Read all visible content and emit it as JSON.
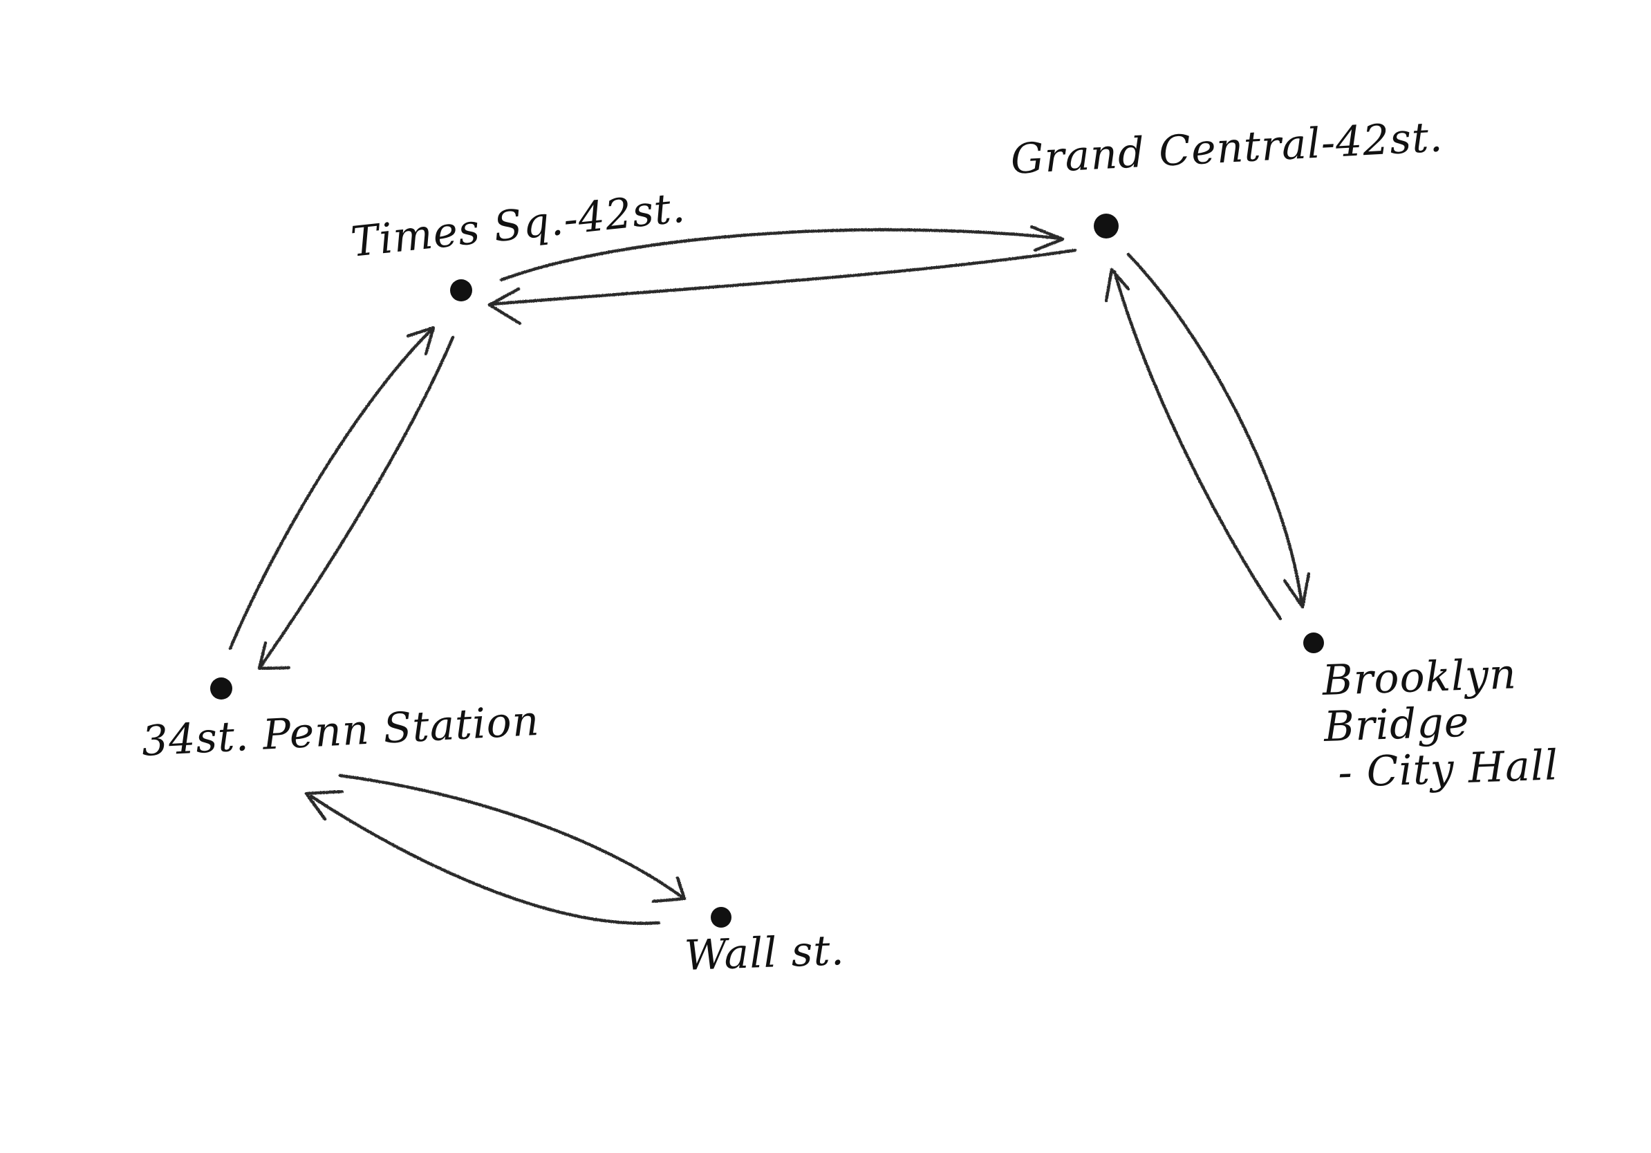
{
  "diagram": {
    "stations": [
      {
        "id": "times-sq",
        "label": [
          "Times Sq.-42st."
        ]
      },
      {
        "id": "grand-central",
        "label": [
          "Grand Central-42st."
        ]
      },
      {
        "id": "brooklyn-bridge",
        "label": [
          "Brooklyn",
          "Bridge",
          "- City Hall"
        ]
      },
      {
        "id": "penn-station",
        "label": [
          "34st. Penn Station"
        ]
      },
      {
        "id": "wall-st",
        "label": [
          "Wall st."
        ]
      }
    ],
    "connections": [
      {
        "from": "times-sq",
        "to": "grand-central"
      },
      {
        "from": "grand-central",
        "to": "times-sq"
      },
      {
        "from": "grand-central",
        "to": "brooklyn-bridge"
      },
      {
        "from": "brooklyn-bridge",
        "to": "grand-central"
      },
      {
        "from": "times-sq",
        "to": "penn-station"
      },
      {
        "from": "penn-station",
        "to": "times-sq"
      },
      {
        "from": "penn-station",
        "to": "wall-st"
      },
      {
        "from": "wall-st",
        "to": "penn-station"
      }
    ],
    "colors": {
      "ink": "#111111",
      "pencil": "#2b2b2b",
      "background": "#ffffff"
    }
  }
}
